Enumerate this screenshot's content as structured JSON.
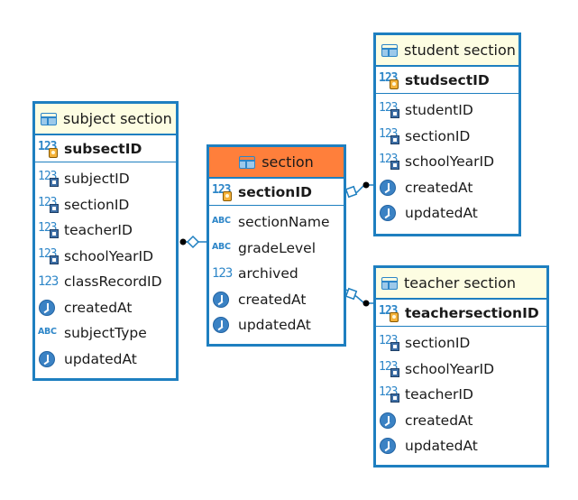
{
  "tables": {
    "subject_section": {
      "name": "subject section",
      "pk": "subsectID",
      "columns": [
        {
          "name": "subjectID",
          "type": "fk"
        },
        {
          "name": "sectionID",
          "type": "fk"
        },
        {
          "name": "teacherID",
          "type": "fk"
        },
        {
          "name": "schoolYearID",
          "type": "fk"
        },
        {
          "name": "classRecordID",
          "type": "num"
        },
        {
          "name": "createdAt",
          "type": "time"
        },
        {
          "name": "subjectType",
          "type": "text"
        },
        {
          "name": "updatedAt",
          "type": "time"
        }
      ]
    },
    "section": {
      "name": "section",
      "pk": "sectionID",
      "columns": [
        {
          "name": "sectionName",
          "type": "text"
        },
        {
          "name": "gradeLevel",
          "type": "text"
        },
        {
          "name": "archived",
          "type": "num"
        },
        {
          "name": "createdAt",
          "type": "time"
        },
        {
          "name": "updatedAt",
          "type": "time"
        }
      ]
    },
    "student_section": {
      "name": "student section",
      "pk": "studsectID",
      "columns": [
        {
          "name": "studentID",
          "type": "fk"
        },
        {
          "name": "sectionID",
          "type": "fk"
        },
        {
          "name": "schoolYearID",
          "type": "fk"
        },
        {
          "name": "createdAt",
          "type": "time"
        },
        {
          "name": "updatedAt",
          "type": "time"
        }
      ]
    },
    "teacher_section": {
      "name": "teacher section",
      "pk": "teachersectionID",
      "columns": [
        {
          "name": "sectionID",
          "type": "fk"
        },
        {
          "name": "schoolYearID",
          "type": "fk"
        },
        {
          "name": "teacherID",
          "type": "fk"
        },
        {
          "name": "createdAt",
          "type": "time"
        },
        {
          "name": "updatedAt",
          "type": "time"
        }
      ]
    }
  },
  "colors": {
    "border": "#1e7fc0",
    "header_default": "#fdfde2",
    "header_selected": "#ff7f3b",
    "link": "#1e7fc0"
  }
}
